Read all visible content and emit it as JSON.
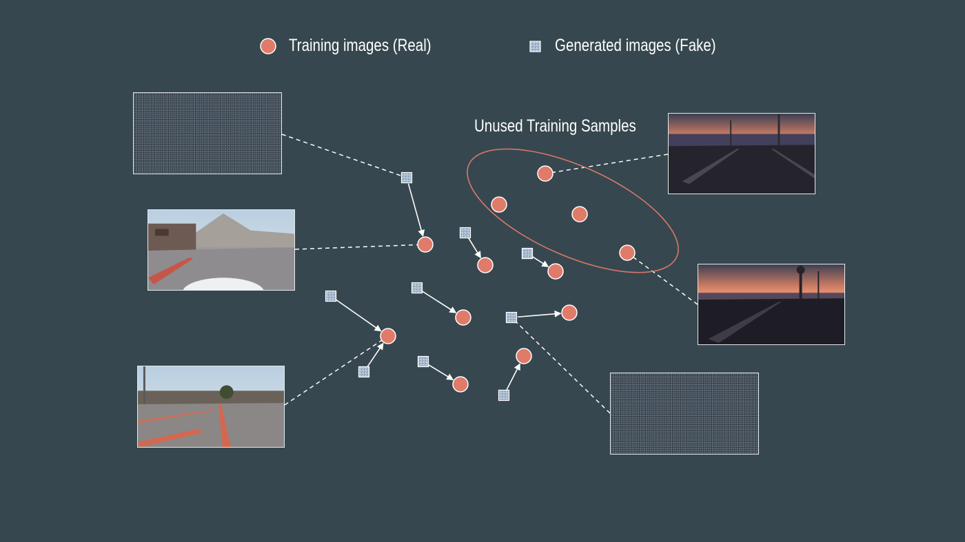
{
  "legend": {
    "real_label": "Training images (Real)",
    "fake_label": "Generated images (Fake)"
  },
  "annotation": {
    "unused_label": "Unused Training Samples"
  },
  "colors": {
    "background": "#37474f",
    "real_point": "#e07b6a",
    "fake_point": "#a9bcd1",
    "ellipse": "#d9796a",
    "text": "#ffffff",
    "connector": "#ffffff"
  },
  "icons": {
    "real": "filled-circle",
    "fake": "textured-square"
  },
  "thumbnails": [
    {
      "id": "noise-top-left",
      "kind": "noise"
    },
    {
      "id": "road-day-middle-left",
      "kind": "photo-daytime-road"
    },
    {
      "id": "road-day-bottom-left",
      "kind": "photo-daytime-road"
    },
    {
      "id": "road-sunset-top-right",
      "kind": "photo-sunset-road"
    },
    {
      "id": "road-sunset-middle-right",
      "kind": "photo-sunset-road"
    },
    {
      "id": "noise-bottom-right",
      "kind": "noise"
    }
  ]
}
